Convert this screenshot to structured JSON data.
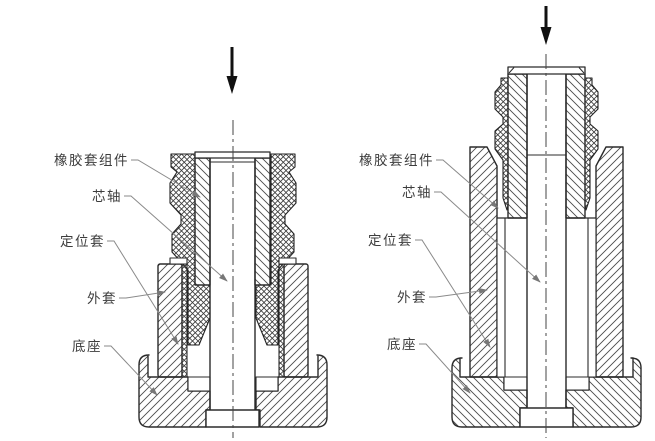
{
  "figure": {
    "kind": "press-fit-assembly-cross-section-drawing",
    "colors": {
      "background": "#ffffff",
      "outline": "#2b2b2b",
      "hatch": "#4a4a4a",
      "rubber_hatch": "#3a3a3a",
      "leader": "#8a8a8a",
      "label_text": "#3d3d3d",
      "press_arrow": "#111111"
    },
    "views": [
      {
        "id": "left-view",
        "arrow_icon": "press-down-arrow",
        "labels": [
          {
            "part": "rubber-sleeve-assembly",
            "text": "橡胶套组件"
          },
          {
            "part": "mandrel",
            "text": "芯轴"
          },
          {
            "part": "positioning-sleeve",
            "text": "定位套"
          },
          {
            "part": "outer-sleeve",
            "text": "外套"
          },
          {
            "part": "base",
            "text": "底座"
          }
        ]
      },
      {
        "id": "right-view",
        "arrow_icon": "press-down-arrow",
        "labels": [
          {
            "part": "rubber-sleeve-assembly",
            "text": "橡胶套组件"
          },
          {
            "part": "mandrel",
            "text": "芯轴"
          },
          {
            "part": "positioning-sleeve",
            "text": "定位套"
          },
          {
            "part": "outer-sleeve",
            "text": "外套"
          },
          {
            "part": "base",
            "text": "底座"
          }
        ]
      }
    ]
  }
}
